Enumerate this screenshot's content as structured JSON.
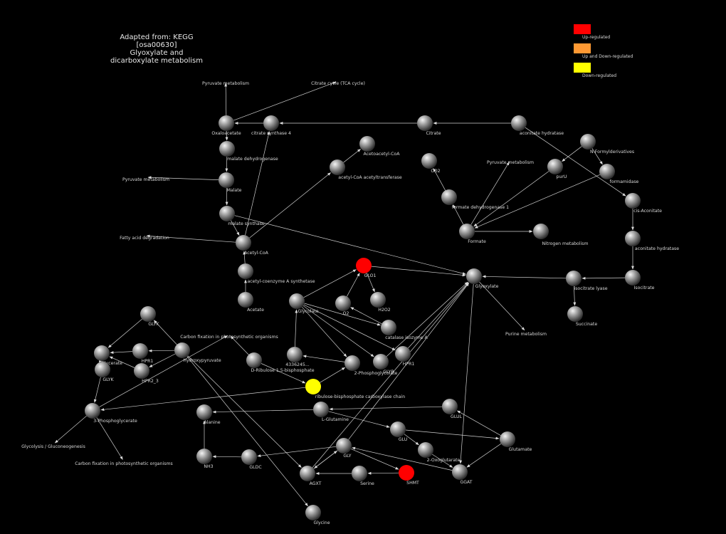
{
  "title": {
    "line1": "Adapted from: KEGG",
    "line2": "[osa00630]",
    "line3": "Glyoxylate and",
    "line4": "dicarboxylate metabolism"
  },
  "legend": [
    {
      "id": "up",
      "label": "Up-regulated",
      "color": "#ff0000"
    },
    {
      "id": "updown",
      "label": "Up and Down-regulated",
      "color": "#ff9933"
    },
    {
      "id": "down",
      "label": "Down-regulated",
      "color": "#ffff00"
    }
  ],
  "colors": {
    "background": "#000000",
    "edge": "#cfcfcf",
    "label": "#d8d8d8",
    "node_gray": "#9a9a9a"
  },
  "nodes": [
    {
      "id": "oxaloacetate",
      "label": "Oxaloacetate",
      "status": "none"
    },
    {
      "id": "citrate_synthase_4",
      "label": "citrate synthase 4",
      "status": "none"
    },
    {
      "id": "citrate",
      "label": "Citrate",
      "status": "none"
    },
    {
      "id": "aconitate_hydratase_1",
      "label": "aconitate hydratase",
      "status": "none"
    },
    {
      "id": "n_formylderivatives",
      "label": "N-Formylderivatives",
      "status": "none"
    },
    {
      "id": "malate_dehydrogenase",
      "label": "malate dehydrogenase",
      "status": "none"
    },
    {
      "id": "acetoacetyl_coa",
      "label": "Acetoacetyl-CoA",
      "status": "none"
    },
    {
      "id": "acetyl_coa_acetyltransferase",
      "label": "acetyl-CoA acetyltransferase",
      "status": "none"
    },
    {
      "id": "co2",
      "label": "CO2",
      "status": "none"
    },
    {
      "id": "puru",
      "label": "purU",
      "status": "none"
    },
    {
      "id": "formamidase",
      "label": "formamidase",
      "status": "none"
    },
    {
      "id": "malate",
      "label": "Malate",
      "status": "none"
    },
    {
      "id": "formate_dehydrogenase_1",
      "label": "formate dehydrogenase 1",
      "status": "none"
    },
    {
      "id": "cis_aconitate",
      "label": "cis-Aconitate",
      "status": "none"
    },
    {
      "id": "malate_synthase",
      "label": "malate synthase",
      "status": "none"
    },
    {
      "id": "formate",
      "label": "Formate",
      "status": "none"
    },
    {
      "id": "nitrogen_metabolism_node",
      "label": "",
      "status": "none"
    },
    {
      "id": "acetyl_coa",
      "label": "Acetyl-CoA",
      "status": "none"
    },
    {
      "id": "aconitate_hydratase_2",
      "label": "aconitate hydratase",
      "status": "none"
    },
    {
      "id": "glo1",
      "label": "GLO1",
      "status": "up"
    },
    {
      "id": "acetyl_coenzyme_a_synthetase",
      "label": "acetyl-coenzyme A synthetase",
      "status": "none"
    },
    {
      "id": "glyoxylate",
      "label": "Glyoxylate",
      "status": "none"
    },
    {
      "id": "isocitrate_lyase",
      "label": "isocitrate lyase",
      "status": "none"
    },
    {
      "id": "isocitrate",
      "label": "Isocitrate",
      "status": "none"
    },
    {
      "id": "acetate",
      "label": "Acetate",
      "status": "none"
    },
    {
      "id": "glycolate",
      "label": "Glycolate",
      "status": "none"
    },
    {
      "id": "o2",
      "label": "O2",
      "status": "none"
    },
    {
      "id": "h2o2",
      "label": "H2O2",
      "status": "none"
    },
    {
      "id": "succinate",
      "label": "Succinate",
      "status": "none"
    },
    {
      "id": "glyk_top",
      "label": "GLYK",
      "status": "none"
    },
    {
      "id": "catalase_isozyme_a",
      "label": "catalase isozyme A",
      "status": "none"
    },
    {
      "id": "hpr1_left",
      "label": "HPR1",
      "status": "none"
    },
    {
      "id": "glycerate",
      "label": "Glycerate",
      "status": "none"
    },
    {
      "id": "hydroxypyruvate",
      "label": "Hydroxypyruvate",
      "status": "none"
    },
    {
      "id": "n4336245",
      "label": "4336245...",
      "status": "none"
    },
    {
      "id": "hpr1_right",
      "label": "HPR1",
      "status": "none"
    },
    {
      "id": "d_ribulose",
      "label": "D-Ribulose 1,5-bisphosphate",
      "status": "none"
    },
    {
      "id": "glyk_left",
      "label": "GLYK",
      "status": "none"
    },
    {
      "id": "hpr2_3",
      "label": "HPR2_3",
      "status": "none"
    },
    {
      "id": "two_phosphoglycolate",
      "label": "2-Phosphoglycolate",
      "status": "none"
    },
    {
      "id": "glyr",
      "label": "GLYR",
      "status": "none"
    },
    {
      "id": "rubisco",
      "label": "ribulose-bisphosphate carboxylase chain",
      "status": "down"
    },
    {
      "id": "three_phosphoglycerate",
      "label": "3-Phosphoglycerate",
      "status": "none"
    },
    {
      "id": "l_glutamine",
      "label": "L-Glutamine",
      "status": "none"
    },
    {
      "id": "glul",
      "label": "GLUL",
      "status": "none"
    },
    {
      "id": "alanine",
      "label": "Alanine",
      "status": "none"
    },
    {
      "id": "glu",
      "label": "GLU",
      "status": "none"
    },
    {
      "id": "glutamate",
      "label": "Glutamate",
      "status": "none"
    },
    {
      "id": "two_oxoglutarate",
      "label": "2-Oxoglutarate",
      "status": "none"
    },
    {
      "id": "gly",
      "label": "GLY",
      "status": "none"
    },
    {
      "id": "nh3",
      "label": "NH3",
      "status": "none"
    },
    {
      "id": "gldc",
      "label": "GLDC",
      "status": "none"
    },
    {
      "id": "agxt",
      "label": "AGXT",
      "status": "none"
    },
    {
      "id": "serine",
      "label": "Serine",
      "status": "none"
    },
    {
      "id": "shmt",
      "label": "SHMT",
      "status": "up"
    },
    {
      "id": "ggat",
      "label": "GGAT",
      "status": "none"
    },
    {
      "id": "glycine",
      "label": "Glycine",
      "status": "none"
    }
  ],
  "pathways": [
    {
      "id": "pw_pyruvate_top",
      "label": "Pyruvate metabolism"
    },
    {
      "id": "pw_citrate_cycle",
      "label": "Citrate cycle (TCA cycle)"
    },
    {
      "id": "pw_pyruvate_left",
      "label": "Pyruvate metabolism"
    },
    {
      "id": "pw_pyruvate_right",
      "label": "Pyruvate metabolism"
    },
    {
      "id": "pw_fatty_acid",
      "label": "Fatty acid degradation"
    },
    {
      "id": "pw_nitrogen",
      "label": "Nitrogen metabolism"
    },
    {
      "id": "pw_purine",
      "label": "Purine metabolism"
    },
    {
      "id": "pw_carbon_fixation_top",
      "label": "Carbon fixation in photosynthetic organisms"
    },
    {
      "id": "pw_glycolysis",
      "label": "Glycolysis / Gluconeogenesis"
    },
    {
      "id": "pw_carbon_fixation_bottom",
      "label": "Carbon fixation in photosynthetic organisms"
    }
  ]
}
